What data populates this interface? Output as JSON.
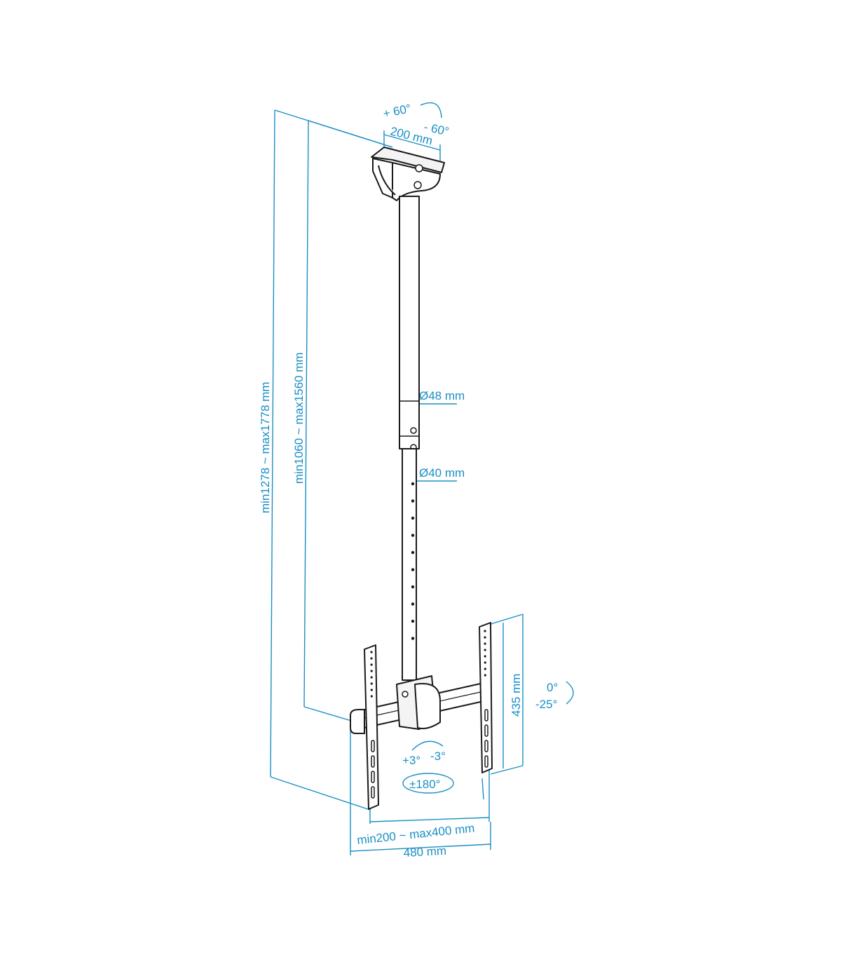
{
  "colors": {
    "dimension": "#1a8fc4",
    "outline": "#1a1a1a",
    "background": "#ffffff"
  },
  "rotation": {
    "plus": "+ 60°",
    "minus": "- 60°"
  },
  "plate_width": "200 mm",
  "total_height": "min1278 ~ max1778 mm",
  "pole_height": "min1060 ~ max1560 mm",
  "upper_tube_diameter": "Ø48 mm",
  "lower_tube_diameter": "Ø40 mm",
  "bracket_height": "435 mm",
  "tilt": {
    "top": "0°",
    "bottom": "-25°"
  },
  "level": {
    "plus": "+3°",
    "minus": "-3°"
  },
  "swivel": "±180°",
  "vesa_width": "min200 ~ max400 mm",
  "overall_width": "480 mm"
}
